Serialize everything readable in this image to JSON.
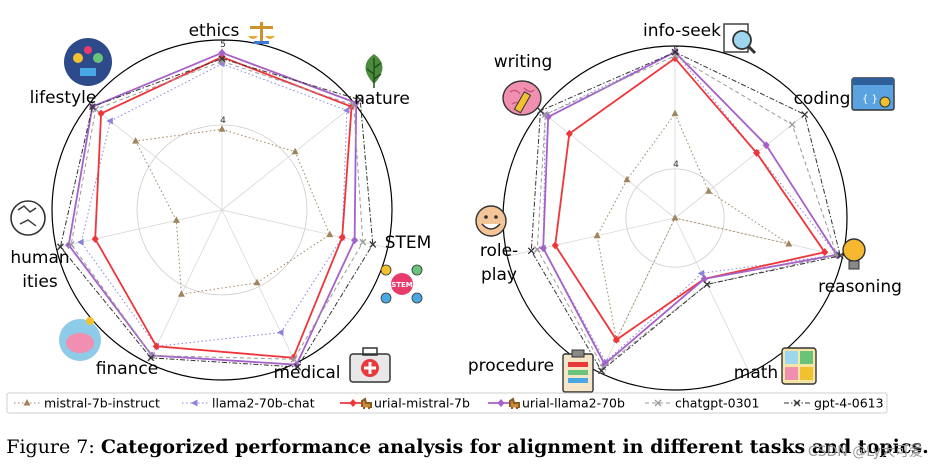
{
  "caption": {
    "prefix": "Figure 7:",
    "text": "Categorized performance analysis for alignment in different tasks and topics."
  },
  "watermark": "CSDN @Ly大可爱",
  "legend": {
    "entries": [
      {
        "label": "mistral-7b-instruct",
        "color": "#a0845c",
        "marker": "triangle-up",
        "dash": "dotted"
      },
      {
        "label": "llama2-70b-chat",
        "color": "#8d83d8",
        "marker": "triangle-left",
        "dash": "dotted"
      },
      {
        "label": "urial-mistral-7b",
        "color": "#f0353a",
        "marker": "diamond",
        "dash": "solid",
        "icon": "llama"
      },
      {
        "label": "urial-llama2-70b",
        "color": "#a561c9",
        "marker": "diamond",
        "dash": "solid",
        "icon": "llama"
      },
      {
        "label": "chatgpt-0301",
        "color": "#9a9a9a",
        "marker": "x",
        "dash": "dashed"
      },
      {
        "label": "gpt-4-0613",
        "color": "#333333",
        "marker": "x",
        "dash": "dashdot"
      }
    ]
  },
  "chart_data": [
    {
      "type": "radar",
      "rlim": [
        3,
        5
      ],
      "ticks": [
        4,
        5
      ],
      "categories": [
        "ethics",
        "nature",
        "STEM",
        "medical",
        "finance",
        "humanities",
        "lifestyle"
      ],
      "category_icons": [
        "scales-icon",
        "leaf-icon",
        "stem-icon",
        "first-aid-kit-icon",
        "piggy-bank-icon",
        "knowledge-icon",
        "lifestyle-icon"
      ],
      "series": [
        {
          "name": "mistral-7b-instruct",
          "values": [
            3.95,
            4.1,
            4.3,
            3.95,
            4.1,
            3.55,
            4.3
          ]
        },
        {
          "name": "llama2-70b-chat",
          "values": [
            4.72,
            4.88,
            4.45,
            4.6,
            4.78,
            4.7,
            4.68
          ]
        },
        {
          "name": "urial-mistral-7b",
          "values": [
            4.8,
            4.95,
            4.45,
            4.93,
            4.78,
            4.53,
            4.82
          ]
        },
        {
          "name": "urial-llama2-70b",
          "values": [
            4.85,
            5.02,
            4.6,
            5.02,
            4.9,
            4.85,
            4.95
          ]
        },
        {
          "name": "chatgpt-0301",
          "values": [
            4.75,
            4.98,
            4.7,
            4.95,
            4.9,
            4.82,
            4.9
          ]
        },
        {
          "name": "gpt-4-0613",
          "values": [
            4.78,
            5.08,
            4.82,
            5.05,
            4.93,
            4.95,
            4.95
          ]
        }
      ]
    },
    {
      "type": "radar",
      "rlim": [
        3.6,
        5
      ],
      "ticks": [
        4,
        5
      ],
      "categories": [
        "info-seek",
        "coding",
        "reasoning",
        "math",
        "procedure",
        "role-play",
        "writing"
      ],
      "category_icons": [
        "magnifier-icon",
        "code-window-icon",
        "lightbulb-icon",
        "calculator-icon",
        "clipboard-icon",
        "smiling-face-icon",
        "brain-icon"
      ],
      "series": [
        {
          "name": "mistral-7b-instruct",
          "values": [
            4.45,
            3.95,
            4.55,
            3.55,
            4.7,
            4.25,
            4.1
          ]
        },
        {
          "name": "llama2-70b-chat",
          "values": [
            4.95,
            4.45,
            4.95,
            4.1,
            4.9,
            4.7,
            4.95
          ]
        },
        {
          "name": "urial-mistral-7b",
          "values": [
            4.9,
            4.45,
            4.85,
            4.15,
            4.7,
            4.6,
            4.7
          ]
        },
        {
          "name": "urial-llama2-70b",
          "values": [
            4.95,
            4.55,
            4.95,
            4.15,
            4.92,
            4.7,
            4.92
          ]
        },
        {
          "name": "chatgpt-0301",
          "values": [
            4.92,
            4.82,
            4.95,
            4.2,
            4.95,
            4.75,
            4.95
          ]
        },
        {
          "name": "gpt-4-0613",
          "values": [
            4.95,
            4.95,
            4.98,
            4.2,
            4.98,
            4.8,
            5.0
          ]
        }
      ]
    }
  ],
  "colors": {
    "mistral": "#a0845c",
    "llama": "#8d83d8",
    "urial_mistral": "#f0353a",
    "urial_llama": "#a561c9",
    "chatgpt": "#9a9a9a",
    "gpt4": "#333333"
  }
}
